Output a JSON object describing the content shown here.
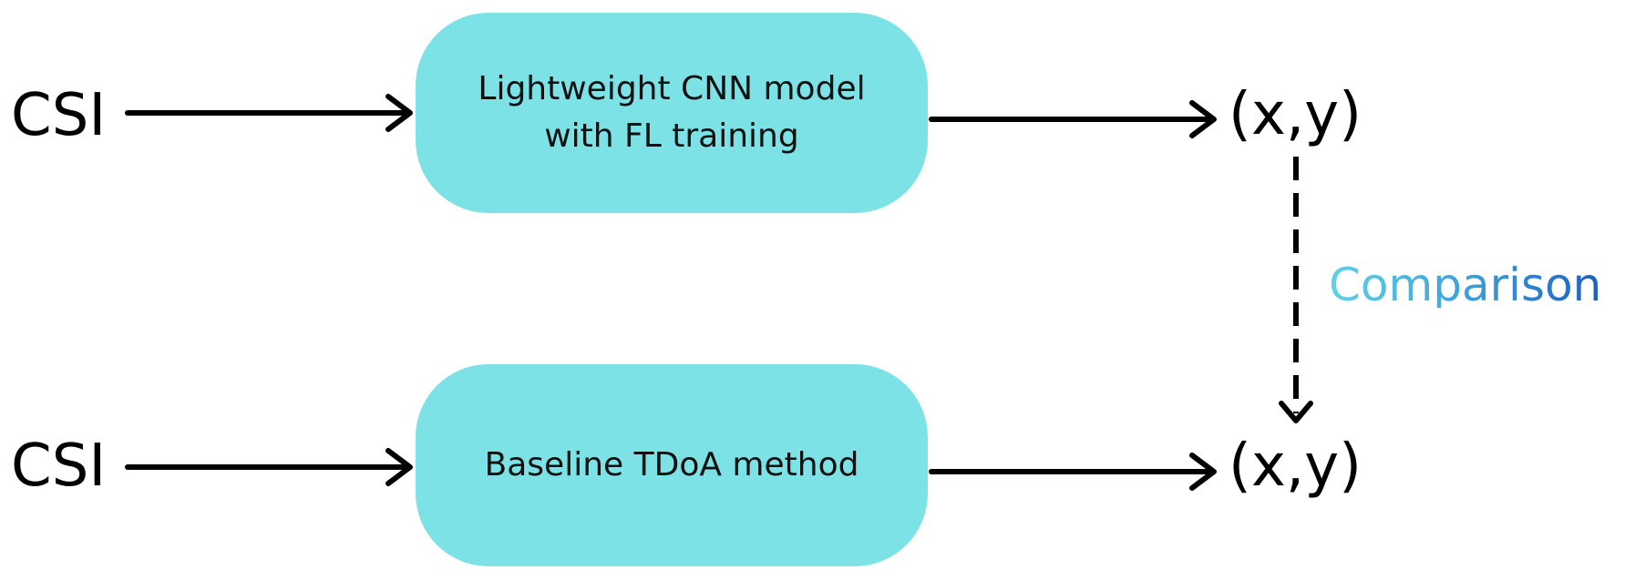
{
  "diagram": {
    "top_row": {
      "input": "CSI",
      "process": [
        "Lightweight CNN model",
        "with FL training"
      ],
      "output": "(x,y)"
    },
    "bottom_row": {
      "input": "CSI",
      "process": [
        "Baseline TDoA method"
      ],
      "output": "(x,y)"
    },
    "link": {
      "label": "Comparison",
      "style": "dashed"
    },
    "colors": {
      "box_fill": "#7de2e5",
      "arrow": "#000000",
      "comparison_gradient": [
        "#5fd3e8",
        "#3a9bd8",
        "#1f5fbf"
      ]
    }
  }
}
